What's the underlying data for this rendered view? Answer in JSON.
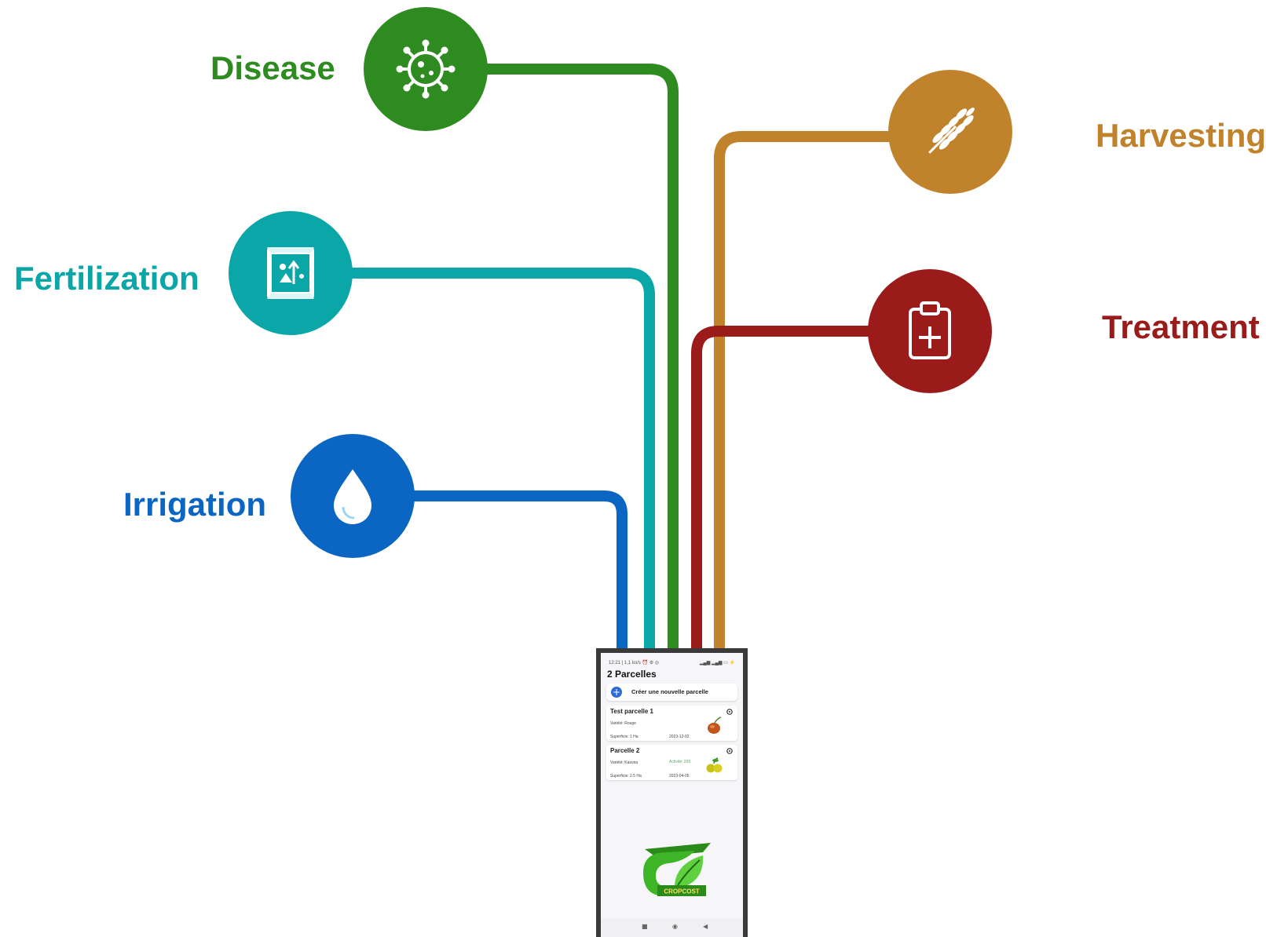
{
  "nodes": [
    {
      "id": "disease",
      "label": "Disease",
      "color": "#2e8b1f",
      "icon": "virus-icon"
    },
    {
      "id": "fertilization",
      "label": "Fertilization",
      "color": "#0aa6a8",
      "icon": "fertilizer-bag-icon"
    },
    {
      "id": "irrigation",
      "label": "Irrigation",
      "color": "#0a66c2",
      "icon": "water-drop-icon"
    },
    {
      "id": "harvesting",
      "label": "Harvesting",
      "color": "#c0822b",
      "icon": "wheat-icon"
    },
    {
      "id": "treatment",
      "label": "Treatment",
      "color": "#9b1b1b",
      "icon": "clipboard-plus-icon"
    }
  ],
  "phone": {
    "status_left": "12:21 | 1,1 ko/s ⏰ ⚙ ◎",
    "status_right": "▂▄▆ ▂▄▆ ▭ ⚡",
    "title": "2 Parcelles",
    "create_label": "Créer une nouvelle parcelle",
    "parcels": [
      {
        "name": "Test parcelle 1",
        "variety": "Variété: Rouge",
        "surface": "Superficie: 1 Ha",
        "date": "2023-12-02",
        "badge": "",
        "crop": "onion-icon"
      },
      {
        "name": "Parcelle 2",
        "variety": "Variété: Kazuna",
        "surface": "Superficie: 2.5 Ha",
        "date": "2023-04-05",
        "badge": "Activité: 200",
        "crop": "pear-icon"
      }
    ],
    "logo_text": "CROPCOST",
    "nav": [
      "■",
      "◉",
      "◀"
    ]
  }
}
